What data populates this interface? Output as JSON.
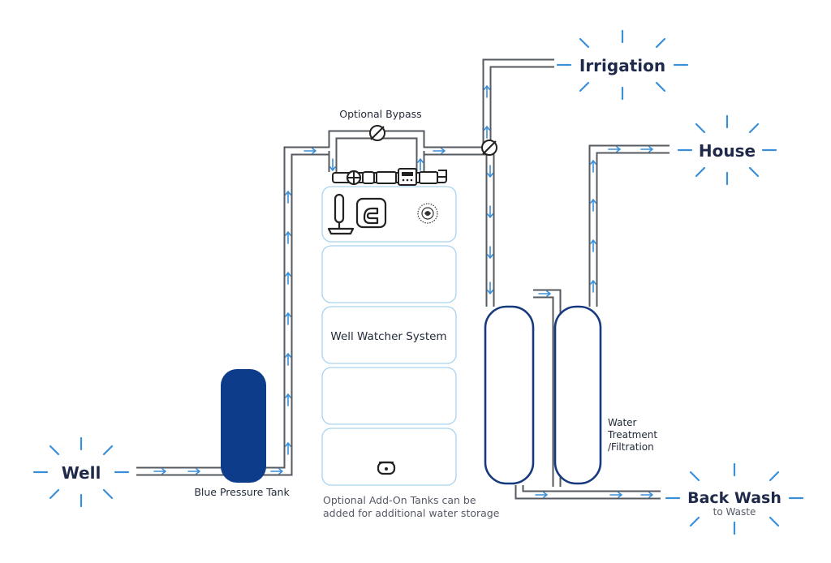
{
  "labels": {
    "well": "Well",
    "irrigation": "Irrigation",
    "house": "House",
    "backwash": "Back Wash",
    "backwash_sub": "to Waste",
    "optional_bypass": "Optional Bypass",
    "pressure_tank": "Blue Pressure Tank",
    "system": "Well Watcher System",
    "treatment_1": "Water",
    "treatment_2": "Treatment",
    "treatment_3": "/Filtration",
    "addon_1": "Optional Add-On Tanks can be",
    "addon_2": "added for additional water storage"
  },
  "colors": {
    "pressure_tank": "#0d3d8a",
    "filter_outline": "#17397d",
    "flow_arrow": "#3a8fd8",
    "pipe": "#555a60",
    "tank_outline": "#a7d3ef",
    "endpoint_text": "#1f2a4a"
  },
  "icons": {
    "burst": "sparkle-burst-icon",
    "valve": "valve-icon",
    "controller": "controller-icon",
    "sensor": "sensor-probe-icon",
    "pump": "pump-icon",
    "logo": "brand-seal-icon",
    "drain": "drain-icon"
  }
}
